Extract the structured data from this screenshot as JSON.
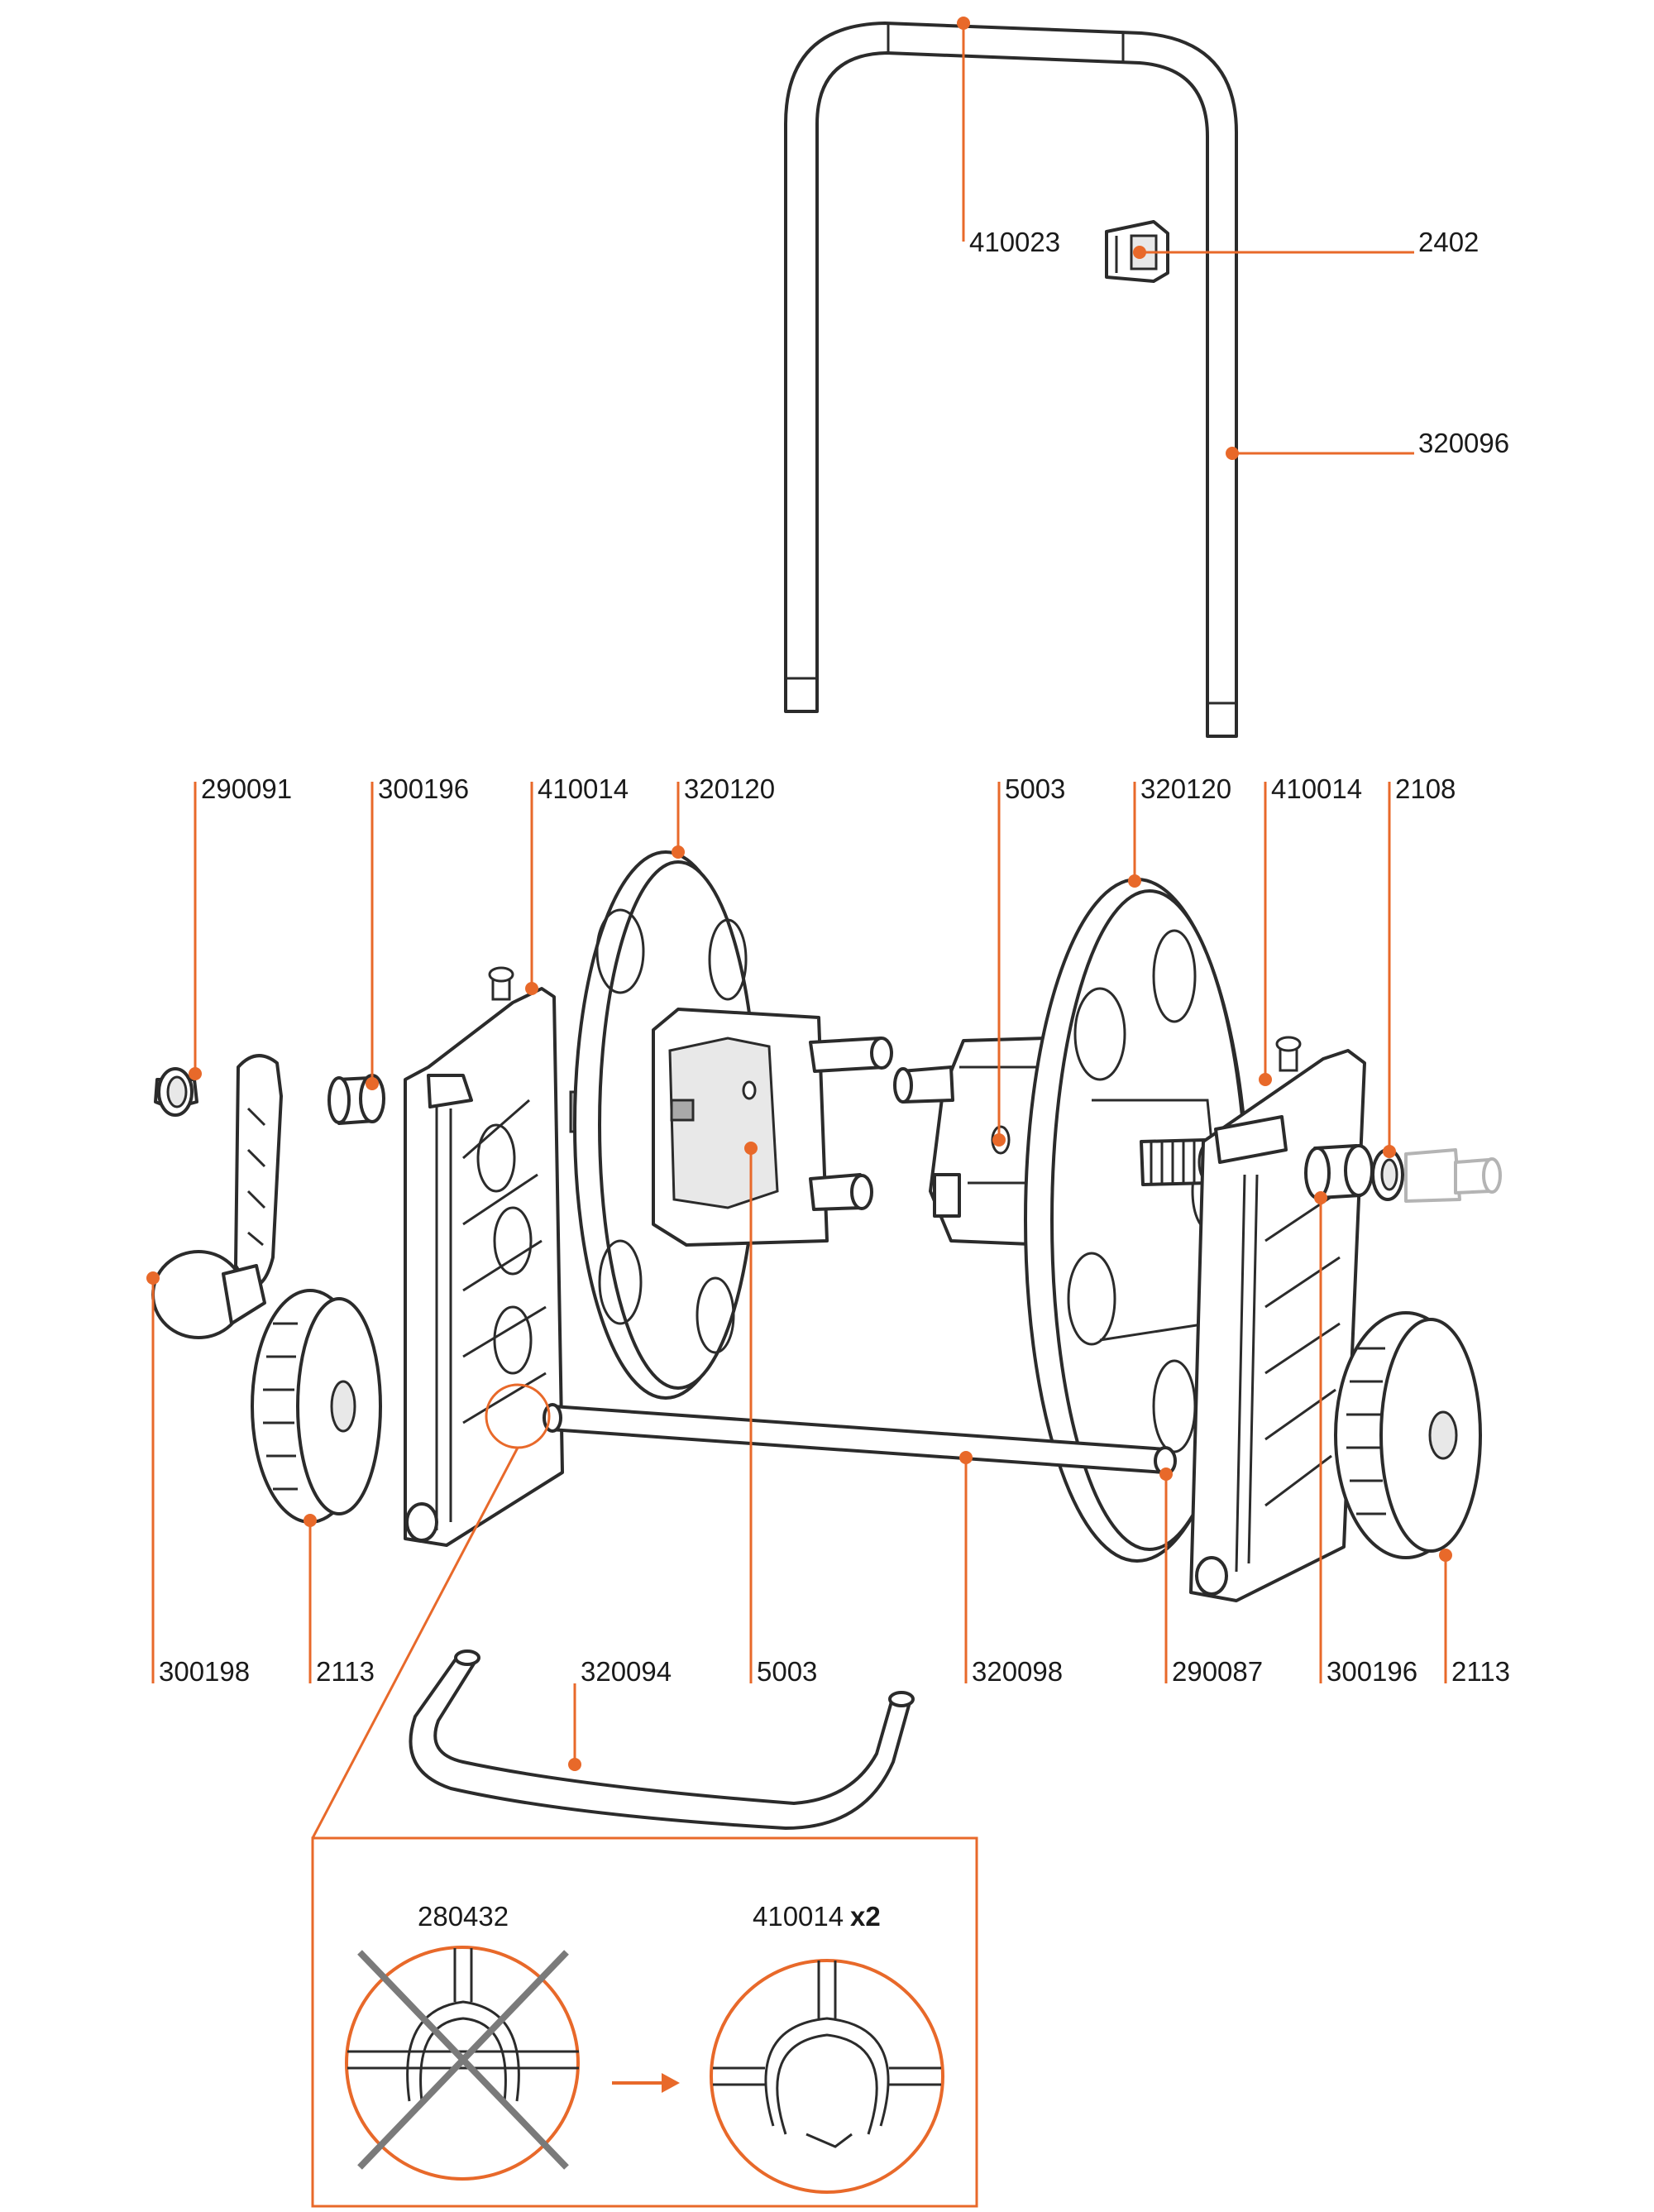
{
  "colors": {
    "accent": "#e8692a",
    "line": "#2b2b2b",
    "fill": "#ffffff",
    "shade": "#e8e8e8"
  },
  "labels": {
    "p410023_top": "410023",
    "p2402": "2402",
    "p320096": "320096",
    "p290091": "290091",
    "p300196_left": "300196",
    "p410014_left": "410014",
    "p320120_left": "320120",
    "p5003_top": "5003",
    "p320120_right": "320120",
    "p410014_right": "410014",
    "p2108": "2108",
    "p300198": "300198",
    "p2113_left": "2113",
    "p320094": "320094",
    "p5003_bottom": "5003",
    "p320098": "320098",
    "p290087": "290087",
    "p300196_right": "300196",
    "p2113_right": "2113"
  },
  "detail": {
    "old_part": "280432",
    "new_part": "410014",
    "quantity": "x2"
  }
}
